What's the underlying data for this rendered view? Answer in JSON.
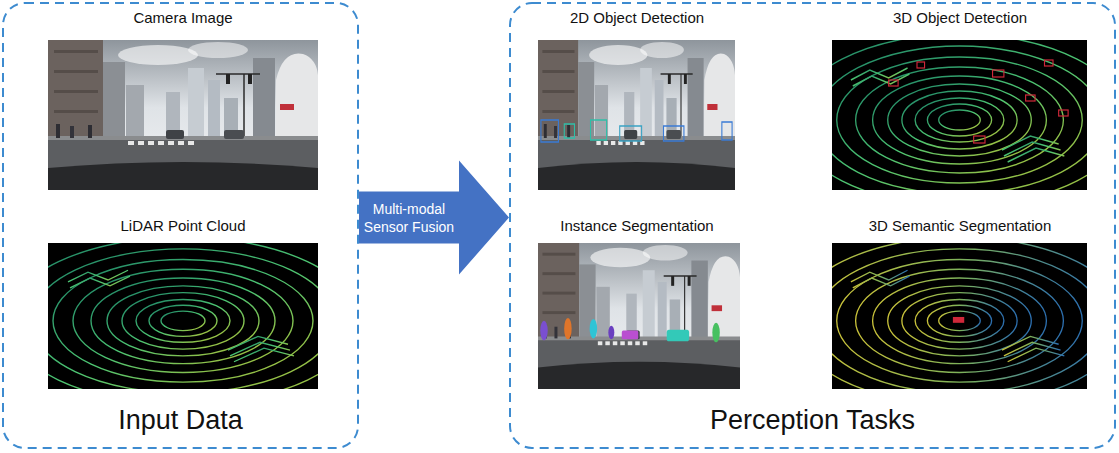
{
  "diagram": {
    "nodes": [
      {
        "text": [
          "Input Data"
        ]
      },
      {
        "text": [
          "Camera Image"
        ],
        "in": 0
      },
      {
        "text": [
          "LiDAR Point Cloud"
        ],
        "in": 0
      },
      {
        "text": [
          "Perception Tasks"
        ]
      },
      {
        "text": [
          "2D Object Detection"
        ],
        "in": 3
      },
      {
        "text": [
          "3D Object Detection"
        ],
        "in": 3
      },
      {
        "text": [
          "Instance Segmentation"
        ],
        "in": 3
      },
      {
        "text": [
          "3D Semantic Segmentation"
        ],
        "in": 3
      }
    ],
    "edges": [
      {
        "from": 0,
        "to": 3,
        "arrow": "to",
        "label": "Multi-modal Sensor Fusion"
      }
    ]
  }
}
